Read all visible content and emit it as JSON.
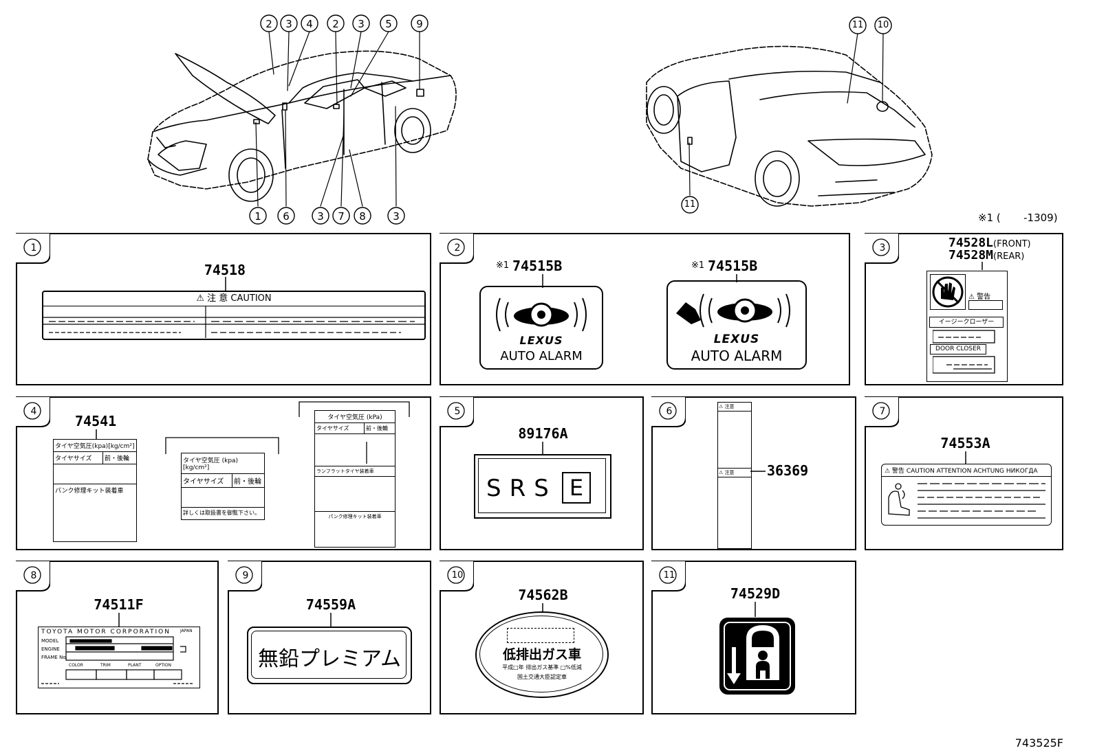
{
  "diagram_id": "743525F",
  "footnote": "※1 (       -1309)",
  "callouts": {
    "front": [
      "2",
      "3",
      "4",
      "2",
      "3",
      "5",
      "9",
      "1",
      "6",
      "3",
      "7",
      "8",
      "3"
    ],
    "rear": [
      "11",
      "10",
      "11"
    ]
  },
  "panels": [
    {
      "num": "1",
      "part": "74518",
      "caution": "⚠ 注 意  CAUTION"
    },
    {
      "num": "2",
      "note": "※1",
      "part": "74515B",
      "brand": "LEXUS",
      "label": "AUTO ALARM"
    },
    {
      "num": "3",
      "part_front": "74528L",
      "front": "(FRONT)",
      "part_rear": "74528M",
      "rear": "(REAR)",
      "warn": "⚠ 警告",
      "easy_closer": "イージークローザー",
      "door_closer": "DOOR CLOSER"
    },
    {
      "num": "4",
      "part": "74541",
      "tire_title_a": "タイヤ空気圧(kpa)[kg/cm²]",
      "tire_title_b": "タイヤ空気圧 (kpa)[kg/cm²]",
      "tire_title_c": "タイヤ空気圧 (kPa)",
      "tire_size": "タイヤサイズ",
      "front_rear": "前・後輪",
      "repair": "パンク修理キット装着車",
      "details": "詳しくは取扱書を御覧下さい。",
      "runflat": "ランフラットタイヤ装着車",
      "repair_kit": "パンク修理キット装着車"
    },
    {
      "num": "5",
      "part": "89176A",
      "srs": "SRS",
      "e": "E"
    },
    {
      "num": "6",
      "part": "36369",
      "note_a": "⚠ 注意",
      "note_b": "⚠ 注意"
    },
    {
      "num": "7",
      "part": "74553A",
      "caution": "⚠ 警告 CAUTION ATTENTION ACHTUNG НИКОГДА"
    },
    {
      "num": "8",
      "part": "74511F",
      "maker": "TOYOTA MOTOR CORPORATION",
      "country": "JAPAN",
      "model": "MODEL",
      "engine": "ENGINE",
      "frame": "FRAME No.",
      "color": "COLOR",
      "trim": "TRIM",
      "plant": "PLANT",
      "option": "OPTION"
    },
    {
      "num": "9",
      "part": "74559A",
      "text": "無鉛プレミアム"
    },
    {
      "num": "10",
      "part": "74562B",
      "text": "低排出ガス車",
      "sub1": "平成□年 排出ガス基準 □%低減",
      "sub2": "国土交通大臣認定車"
    },
    {
      "num": "11",
      "part": "74529D"
    }
  ]
}
